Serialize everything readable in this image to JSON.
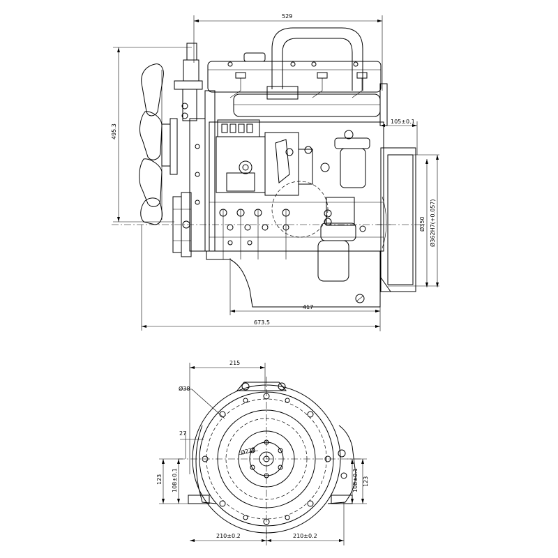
{
  "dimensions": {
    "top_view": {
      "overall_height": "529",
      "total_height": "495.3",
      "flange_offset": "105±0.1",
      "overall_length": "673.5",
      "rear_length": "417",
      "dia_large": "Ø362H7(+0.057)",
      "dia_small": "Ø350"
    },
    "bottom_view": {
      "width_top": "215",
      "hole_dia": "Ø38",
      "offset_27": "27",
      "bolt_circle": "Ø222",
      "height_123_left": "123",
      "height_108_left": "108±0.1",
      "height_108_right": "108±0.1",
      "height_123_right": "123",
      "base_left": "210±0.2",
      "base_right": "210±0.2"
    }
  }
}
